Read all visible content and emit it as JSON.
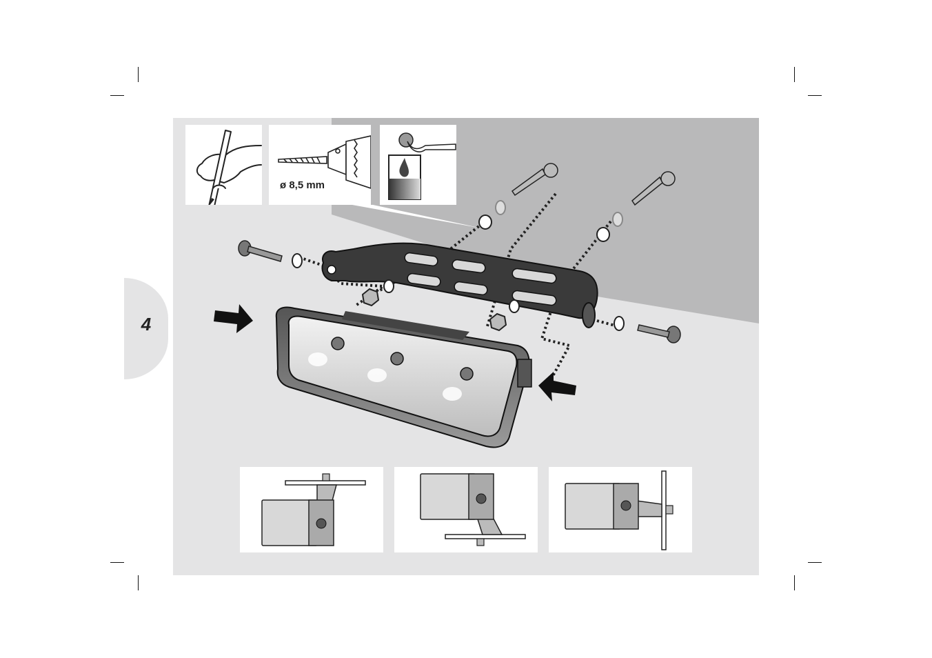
{
  "page": {
    "step_number": "4"
  },
  "steps": {
    "mark": {
      "icon": "pencil-hand-icon"
    },
    "drill": {
      "icon": "drill-icon",
      "label": "ø 8,5 mm"
    },
    "seal": {
      "icon": "sealant-drop-icon"
    }
  },
  "illustration": {
    "main": "light-mounting-exploded-view",
    "mounting_options": [
      {
        "icon": "mount-top-icon"
      },
      {
        "icon": "mount-bottom-icon"
      },
      {
        "icon": "mount-side-icon"
      }
    ]
  },
  "colors": {
    "panel_background": "#e4e4e5",
    "wall": "#b9b9ba",
    "ink": "#222222"
  }
}
